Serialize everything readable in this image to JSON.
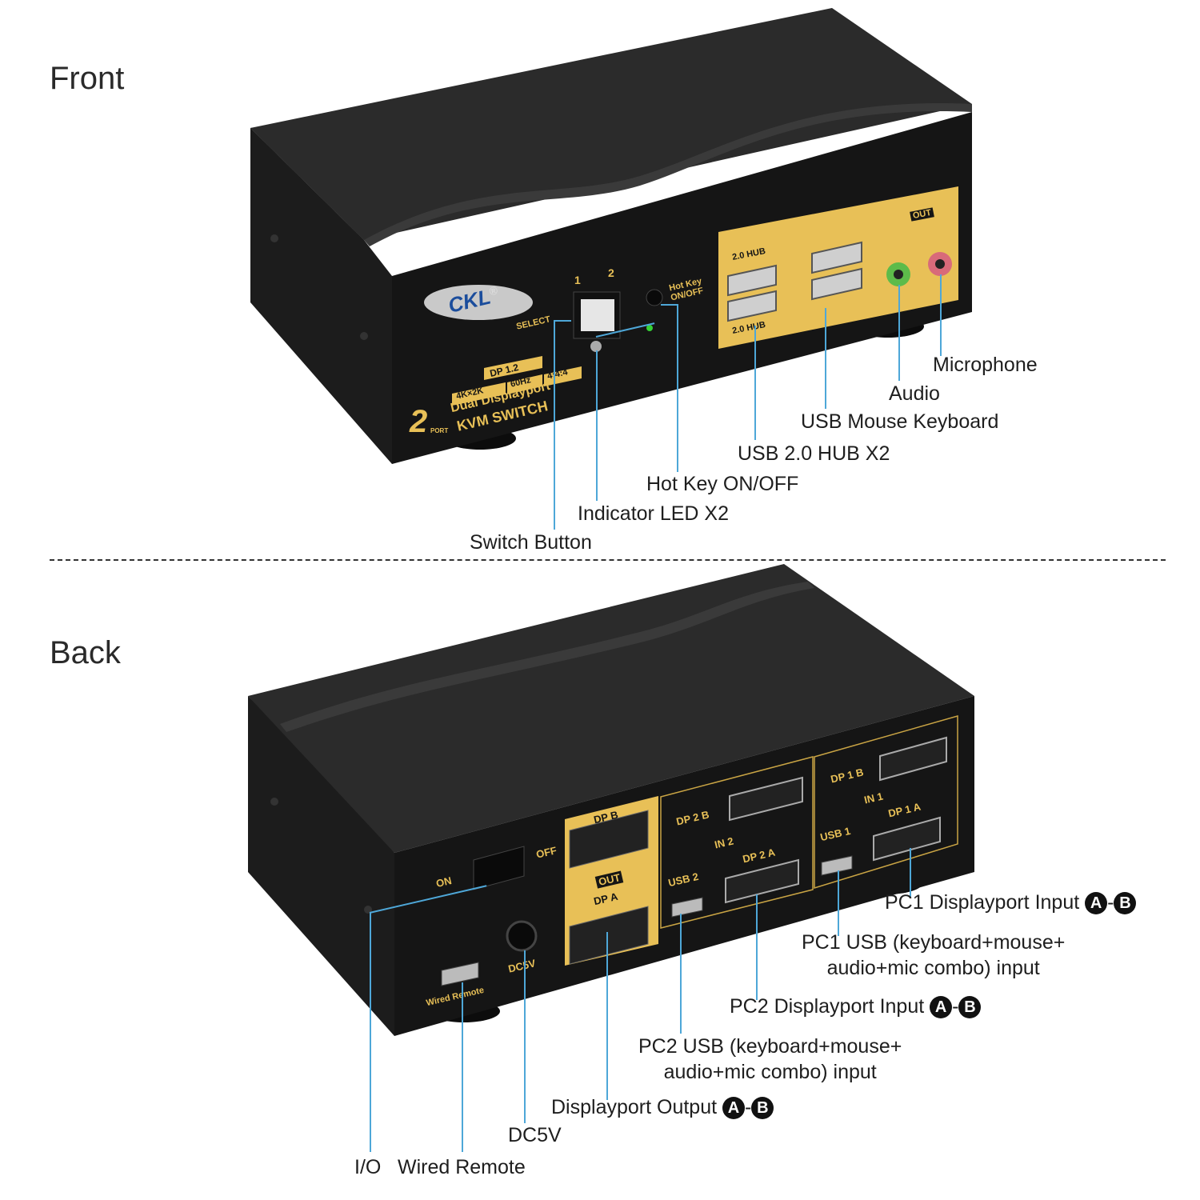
{
  "sections": {
    "front": "Front",
    "back": "Back"
  },
  "device_front": {
    "logo": "CKL",
    "logo_mark": "®",
    "port_numbers": [
      "1",
      "2"
    ],
    "select_label": "SELECT",
    "hotkey_label_1": "Hot Key",
    "hotkey_label_2": "ON/OFF",
    "badge_dp": "DP 1.2",
    "badge_4k": "4K×2K",
    "badge_60": "60Hz",
    "badge_444": "4:4:4",
    "model_line1": "Dual Displayport",
    "model_line2": "KVM SWITCH",
    "model_num": "2",
    "model_port": "PORT",
    "hub_top": "2.0 HUB",
    "hub_bottom": "2.0 HUB",
    "out_label": "OUT"
  },
  "device_back": {
    "on": "ON",
    "off": "OFF",
    "dp_b": "DP",
    "dp_b_letter": "B",
    "out": "OUT",
    "dp_a": "DP",
    "dp_a_letter": "A",
    "dc5v": "DC5V",
    "wired_remote": "Wired Remote",
    "dp2b": "DP 2 B",
    "in2": "IN 2",
    "usb2": "USB 2",
    "dp2a": "DP 2 A",
    "dp1b": "DP 1 B",
    "in1": "IN 1",
    "usb1": "USB 1",
    "dp1a": "DP 1 A"
  },
  "front_callouts": {
    "microphone": "Microphone",
    "audio": "Audio",
    "usb_mouse_keyboard": "USB Mouse Keyboard",
    "usb_hub": "USB 2.0 HUB X2",
    "hot_key": "Hot Key ON/OFF",
    "indicator": "Indicator LED X2",
    "switch_button": "Switch Button"
  },
  "back_callouts": {
    "pc1_dp": "PC1 Displayport Input",
    "pc1_usb_1": "PC1 USB (keyboard+mouse+",
    "pc1_usb_2": "audio+mic combo) input",
    "pc2_dp": "PC2 Displayport Input",
    "pc2_usb_1": "PC2 USB (keyboard+mouse+",
    "pc2_usb_2": "audio+mic combo) input",
    "dp_output": "Displayport Output",
    "dc5v": "DC5V",
    "io": "I/O",
    "wired_remote": "Wired Remote",
    "letter_a": "A",
    "letter_b": "B",
    "dash": "-"
  },
  "colors": {
    "leader": "#4ea7d8",
    "gold": "#e8c057",
    "body": "#151515"
  }
}
